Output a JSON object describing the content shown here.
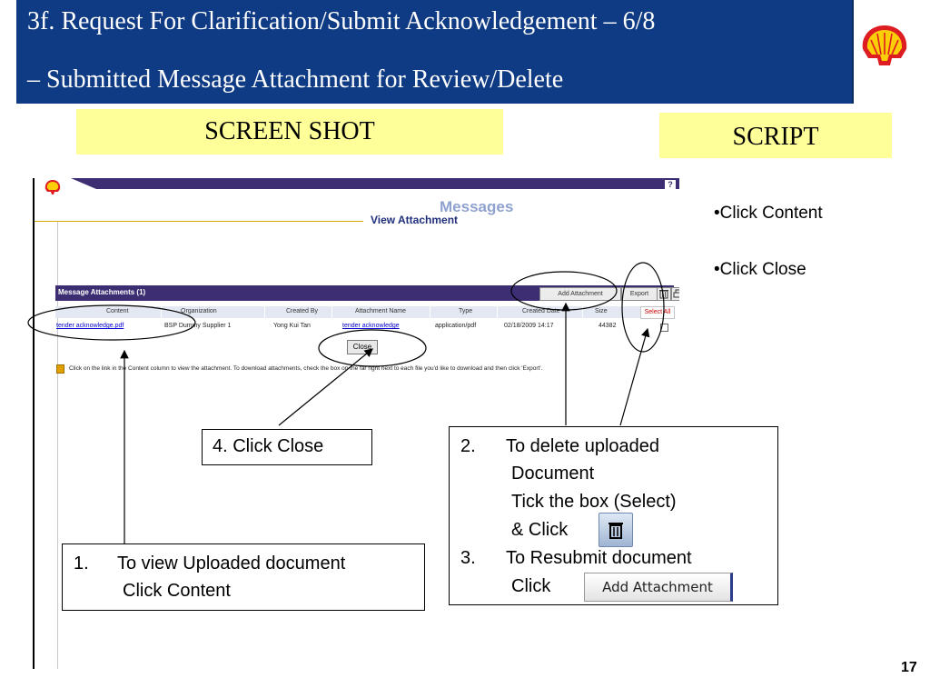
{
  "banner": {
    "line1": "3f.  Request For Clarification/Submit Acknowledgement – 6/8",
    "line2": "–  Submitted Message Attachment for Review/Delete"
  },
  "labels": {
    "screen_shot": "SCREEN SHOT",
    "script": "SCRIPT"
  },
  "screenshot": {
    "messages_title": "Messages",
    "view_attachment_title": "View Attachment",
    "help_icon": "?",
    "table_title": "Message Attachments (1)",
    "toolbar": {
      "add_attachment": "Add Attachment",
      "export": "Export",
      "trash_icon": "trash-icon",
      "print_icon": "print-icon"
    },
    "columns": [
      "Content",
      "Organization",
      "Created By",
      "Attachment Name",
      "Type",
      "Created Date",
      "Size"
    ],
    "select_all": "Select All",
    "row": {
      "content": "tender acknowledge.pdf",
      "organization": "BSP Dummy Supplier 1",
      "created_by": "Yong Kui Tan",
      "attachment_name": "tender acknowledge",
      "type": "application/pdf",
      "created_date": "02/18/2009 14:17",
      "size": "44382"
    },
    "close_label": "Close",
    "note": "Click on the link in the Content column to view the attachment. To download attachments, check the box on the far right next to each file you'd like to download and then click 'Export'."
  },
  "script": {
    "bullet1": "•Click Content",
    "bullet2": "•Click Close"
  },
  "callouts": {
    "close": "4.  Click Close",
    "delete": {
      "n2": "2.",
      "l1": "To delete uploaded",
      "l2": "Document",
      "l3": "Tick the box (Select)",
      "l4": "& Click",
      "n3": "3.",
      "l5": "To Resubmit document",
      "l6": "Click",
      "button_label": "Add Attachment"
    },
    "view": {
      "n1": "1.",
      "l1": "To view Uploaded document",
      "l2": "Click Content"
    }
  },
  "page_number": "17",
  "colors": {
    "banner": "#0f3b84",
    "label_fill": "#ffff99",
    "header_bar": "#3d2e73",
    "shell_red": "#dd1d21",
    "shell_yellow": "#fbce07"
  }
}
